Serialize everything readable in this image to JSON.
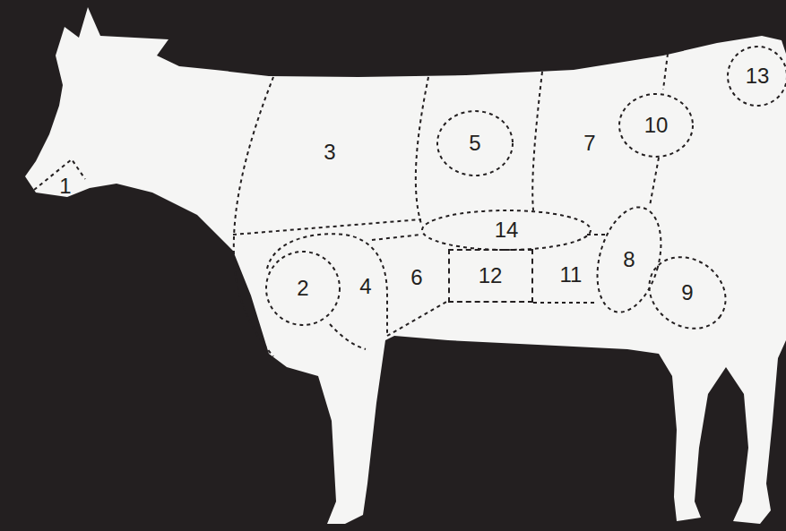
{
  "diagram": {
    "nodes": [
      {
        "text": [
          "13"
        ]
      },
      {
        "text": [
          "10"
        ]
      },
      {
        "text": [
          "5"
        ]
      },
      {
        "text": [
          "14"
        ]
      },
      {
        "text": [
          "8"
        ]
      },
      {
        "text": [
          "2"
        ]
      },
      {
        "text": [
          "12"
        ]
      },
      {
        "text": [
          "9"
        ]
      }
    ],
    "labels": [
      "1",
      "3",
      "4",
      "6",
      "7",
      "11"
    ]
  }
}
